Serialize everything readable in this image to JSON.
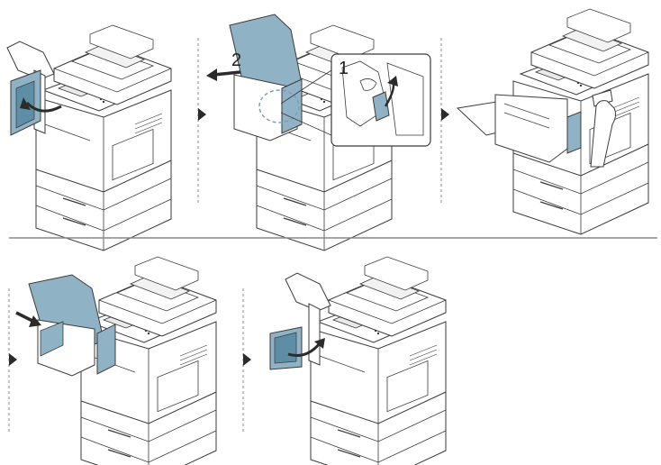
{
  "colors": {
    "line": "#3a3a3a",
    "panel_blue": "#8fb3c5",
    "panel_blue_dark": "#5e8ea6",
    "separator": "#888888",
    "arrow": "#2b2b2b",
    "dashed": "#7a9eb2"
  },
  "steps": [
    {
      "id": "step-1",
      "action": "open-side-cover",
      "callouts": []
    },
    {
      "id": "step-2",
      "action": "slide-finisher-and-turn-knob",
      "callouts": [
        "1",
        "2"
      ]
    },
    {
      "id": "step-3",
      "action": "remove-jammed-paper",
      "callouts": []
    },
    {
      "id": "step-4",
      "action": "push-finisher-back",
      "callouts": []
    },
    {
      "id": "step-5",
      "action": "close-side-cover",
      "callouts": []
    }
  ],
  "icons": {
    "next_step": "triangle-right-icon",
    "rotate": "curved-arrow-icon",
    "slide": "straight-arrow-icon"
  }
}
